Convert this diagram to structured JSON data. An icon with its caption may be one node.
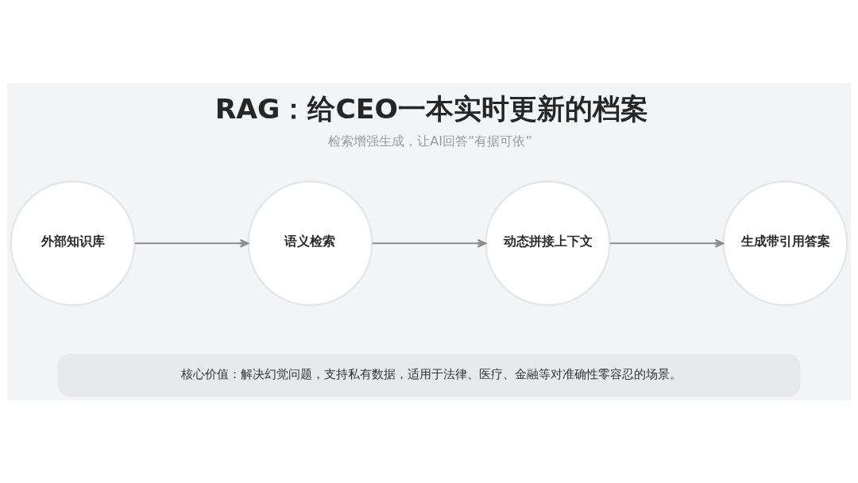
{
  "diagram": {
    "title": "RAG：给CEO一本实时更新的档案",
    "caption": "检索增强生成，让AI回答“有据可依”",
    "nodes": [
      {
        "text": [
          "外部知识库"
        ]
      },
      {
        "text": [
          "语义检索"
        ]
      },
      {
        "text": [
          "动态拼接上下文"
        ]
      },
      {
        "text": [
          "生成带引用答案"
        ]
      },
      {
        "text": [
          "核心价值：解决幻觉问题，支持私有数据，适用于法律、医疗、金融等对准确性零容忍的场景。"
        ]
      }
    ],
    "edges": [
      {
        "from": 0,
        "to": 1,
        "arrow": "to"
      },
      {
        "from": 1,
        "to": 2,
        "arrow": "to"
      },
      {
        "from": 2,
        "to": 3,
        "arrow": "to"
      }
    ]
  }
}
